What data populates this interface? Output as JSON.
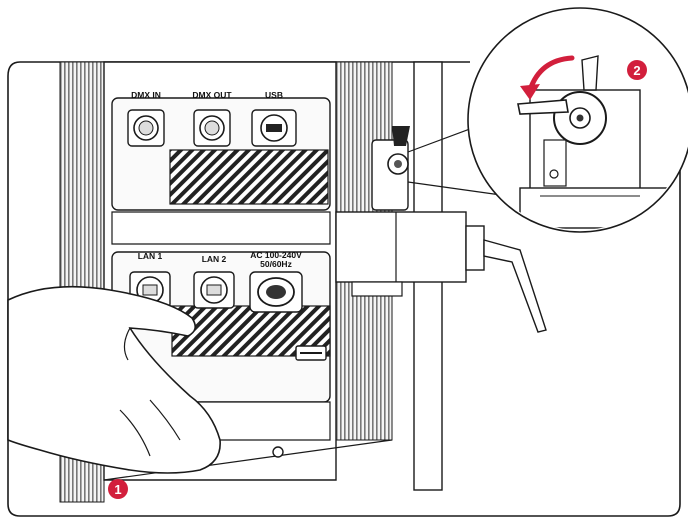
{
  "ports_top": {
    "dmx_in": "DMX IN",
    "dmx_out": "DMX OUT",
    "usb": "USB"
  },
  "ports_bottom": {
    "lan1": "LAN 1",
    "lan2": "LAN 2",
    "ac_line1": "AC 100-240V",
    "ac_line2": "50/60Hz"
  },
  "steps": {
    "step1": "1",
    "step2": "2"
  },
  "colors": {
    "accent": "#d21f3c",
    "line": "#1a1a1a"
  },
  "icons": {
    "arrow": "curved-rotate-arrow-icon"
  }
}
